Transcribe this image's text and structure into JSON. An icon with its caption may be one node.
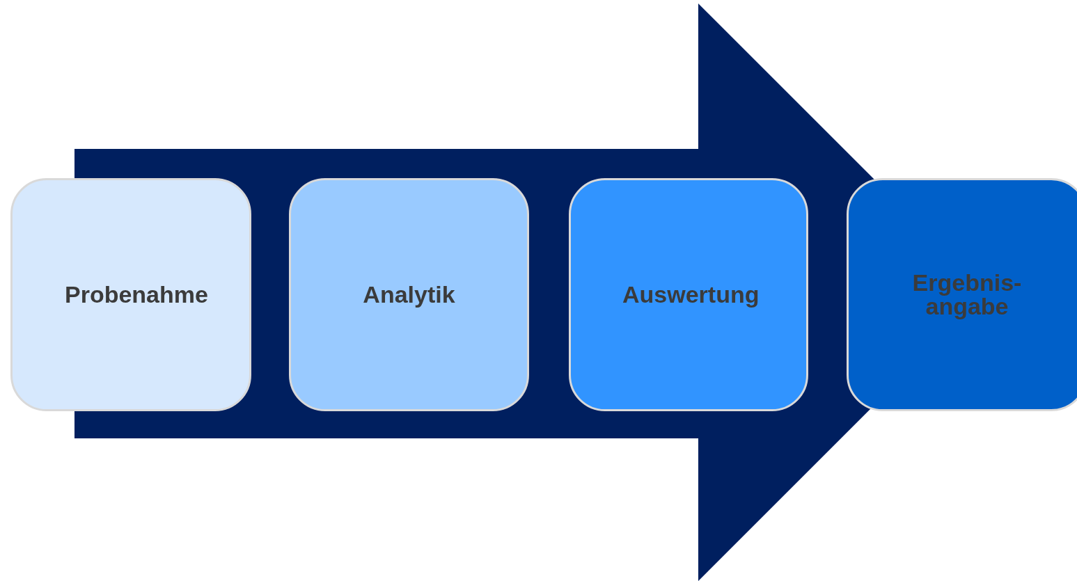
{
  "diagram": {
    "nodes": [
      {
        "text": [
          "Probenahme"
        ]
      },
      {
        "text": [
          "Analytik"
        ]
      },
      {
        "text": [
          "Auswertung"
        ]
      },
      {
        "text": [
          "Ergebnis- angabe"
        ]
      }
    ],
    "edges": [
      {
        "from": 0,
        "to": 3,
        "arrow": "to"
      }
    ]
  }
}
